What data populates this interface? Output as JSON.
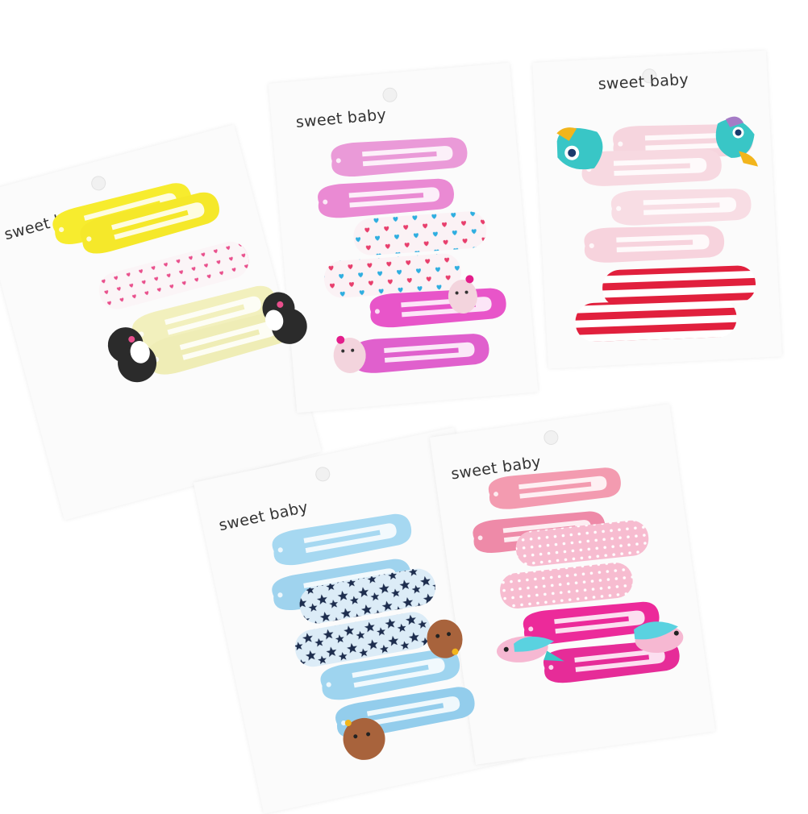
{
  "cards": [
    {
      "id": "yellow",
      "brand": "sweet baby",
      "colors": {
        "main": "#f7ec2e",
        "pattern": "#e94f8c",
        "pale": "#f2f0bd"
      }
    },
    {
      "id": "pink-purple",
      "brand": "sweet baby",
      "colors": {
        "main": "#e98ad3",
        "pattern": "#e83e6c",
        "accent": "#2eaee0"
      }
    },
    {
      "id": "parrot-stripes",
      "brand": "sweet baby",
      "colors": {
        "main": "#f8dbe2",
        "pattern": "#e1203d",
        "parrot": "#39c6c6"
      }
    },
    {
      "id": "blue-stars",
      "brand": "sweet baby",
      "colors": {
        "main": "#a6d8f1",
        "pattern": "#1d2d4e",
        "puppy": "#a8633c"
      }
    },
    {
      "id": "pink-birds",
      "brand": "sweet baby",
      "colors": {
        "main": "#f39bb0",
        "pattern": "#f7bcd0",
        "magenta": "#ec2a9a"
      }
    }
  ]
}
